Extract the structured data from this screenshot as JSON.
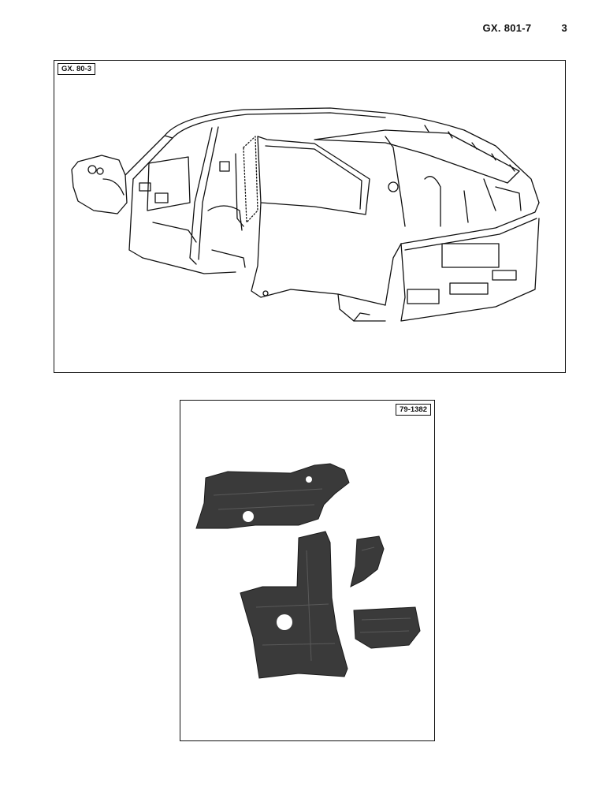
{
  "header": {
    "document_code": "GX. 801-7",
    "page_number": "3"
  },
  "figures": [
    {
      "ref": "GX. 80-3"
    },
    {
      "ref": "79-1382"
    }
  ],
  "icons": {
    "top": "car-body-shell-line-drawing",
    "bottom": "floor-panel-parts-photo"
  },
  "colors": {
    "ink": "#111111",
    "panel": "#3a3a3a"
  }
}
